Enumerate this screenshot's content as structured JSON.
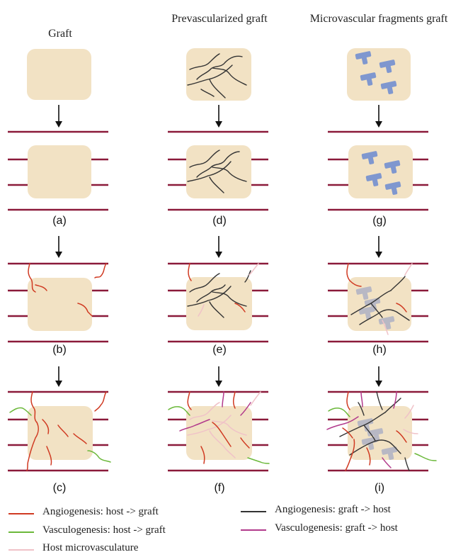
{
  "columns": [
    {
      "heading": "Graft"
    },
    {
      "heading": "Prevascularized graft"
    },
    {
      "heading": "Microvascular fragments graft"
    }
  ],
  "panel_labels": [
    "(a)",
    "(b)",
    "(c)",
    "(d)",
    "(e)",
    "(f)",
    "(g)",
    "(h)",
    "(i)"
  ],
  "legend": [
    {
      "label": "Angiogenesis: host -> graft",
      "color": "#d03a22"
    },
    {
      "label": "Vasculogenesis: host -> graft",
      "color": "#6bb83a"
    },
    {
      "label": "Host microvasculature",
      "color": "#f0c2c8"
    },
    {
      "label": "Angiogenesis: graft -> host",
      "color": "#333333"
    },
    {
      "label": "Vasculogenesis: graft -> host",
      "color": "#b23a8c"
    }
  ],
  "colors": {
    "graft_fill": "#f2e2c4",
    "host_vessel": "#8b1a3a",
    "fragment": "#7f97cf",
    "fragment_faded": "#b8b8c4"
  }
}
